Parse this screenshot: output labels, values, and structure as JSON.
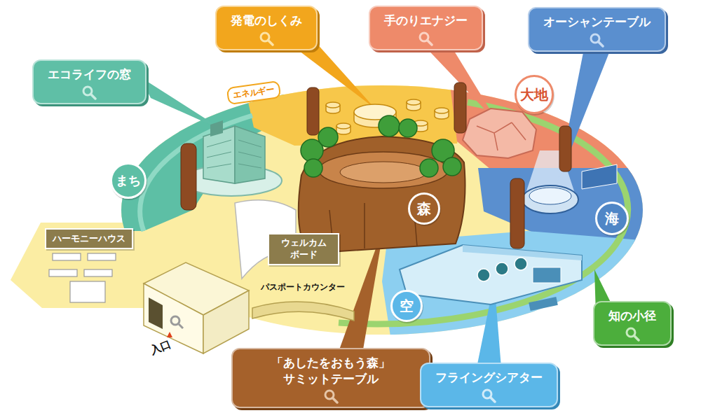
{
  "diagram": {
    "nodes": [
      {
        "text": [
          "発電のしくみ"
        ]
      },
      {
        "text": [
          "手のりエナジー"
        ]
      },
      {
        "text": [
          "オーシャンテーブル"
        ]
      },
      {
        "text": [
          "エコライフの窓"
        ]
      },
      {
        "text": [
          "エネルギー"
        ]
      },
      {
        "text": [
          "大地"
        ]
      },
      {
        "text": [
          "まち"
        ]
      },
      {
        "text": [
          "森"
        ]
      },
      {
        "text": [
          "海"
        ]
      },
      {
        "text": [
          "ハーモニーハウス"
        ]
      },
      {
        "text": [
          "ウェルカム ボード"
        ]
      },
      {
        "text": [
          "空"
        ]
      },
      {
        "text": [
          "知の小径"
        ]
      },
      {
        "text": [
          "「あしたをおもう森」 サミットテーブル"
        ]
      },
      {
        "text": [
          "フライングシアター"
        ]
      }
    ],
    "labels": [
      "パスポートカウンター",
      "入口"
    ]
  }
}
